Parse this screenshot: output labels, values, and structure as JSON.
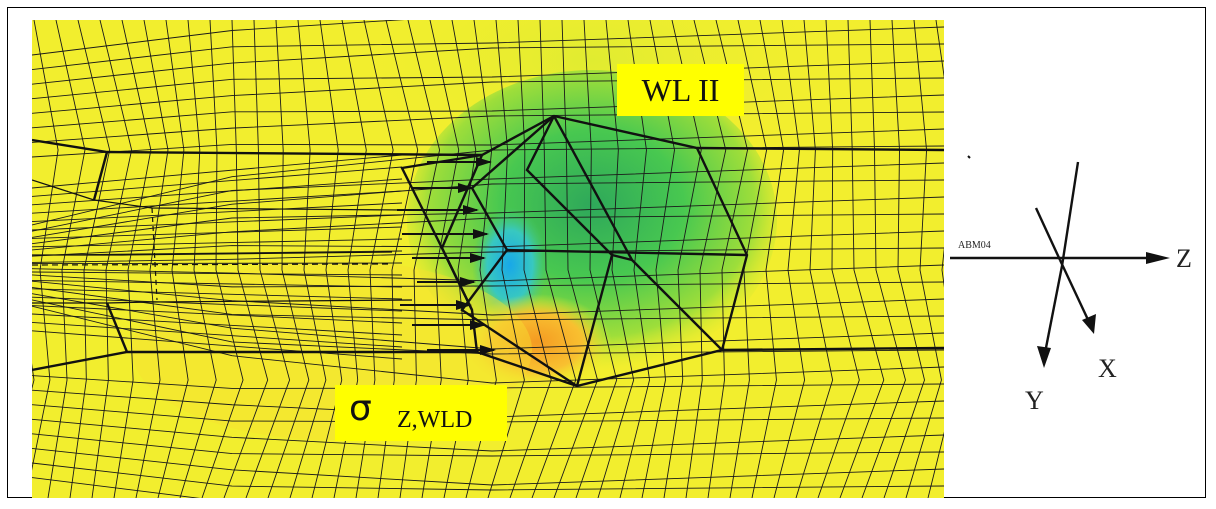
{
  "labels": {
    "weld_line": "WL II",
    "stress_symbol": "σ",
    "stress_subscript": "Z,WLD"
  },
  "axes": {
    "x": "X",
    "y": "Y",
    "z": "Z",
    "node_id": "ABM04"
  },
  "colors": {
    "background_field": "#f2ee2e",
    "low_stress": "#2ec3dd",
    "mid_stress": "#40d060",
    "high_stress": "#f7a224",
    "mesh": "#1a1a1a",
    "label_box": "#ffff00"
  }
}
